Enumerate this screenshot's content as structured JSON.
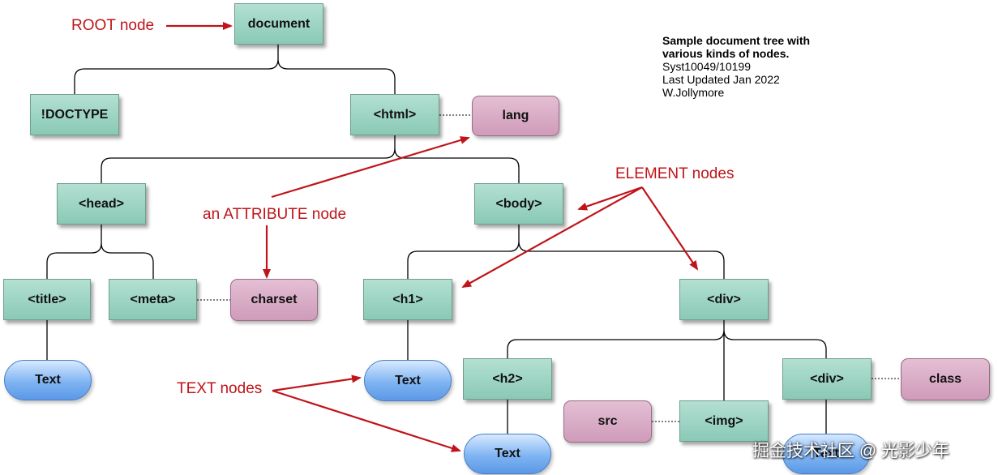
{
  "info": {
    "title_line1": "Sample document tree with",
    "title_line2": "various kinds of nodes.",
    "course": "Syst10049/10199",
    "updated": "Last Updated Jan 2022",
    "author": "W.Jollymore"
  },
  "callouts": {
    "root": "ROOT node",
    "element": "ELEMENT nodes",
    "attribute": "an ATTRIBUTE node",
    "text": "TEXT nodes"
  },
  "nodes": {
    "document": "document",
    "doctype": "!DOCTYPE",
    "html": "<html>",
    "lang": "lang",
    "head": "<head>",
    "body": "<body>",
    "title": "<title>",
    "meta": "<meta>",
    "charset": "charset",
    "h1": "<h1>",
    "div_outer": "<div>",
    "title_text": "Text",
    "h1_text": "Text",
    "h2": "<h2>",
    "src": "src",
    "img": "<img>",
    "div_inner": "<div>",
    "class": "class",
    "h2_text": "Text",
    "div_text": "Text"
  },
  "colors": {
    "element_fill": "#9dd3c2",
    "attribute_fill": "#d9aec8",
    "text_fill": "#7fb4f2",
    "callout": "#c0141a",
    "line": "#000000"
  },
  "watermark": "掘金技术社区 @ 光影少年"
}
